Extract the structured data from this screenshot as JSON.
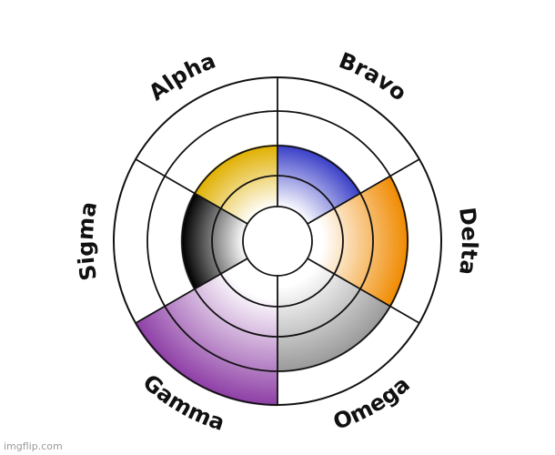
{
  "wheel": {
    "rings": 5,
    "segments": [
      {
        "id": "bravo",
        "label": "Bravo",
        "level": 3,
        "color": "#3a3fc8"
      },
      {
        "id": "delta",
        "label": "Delta",
        "level": 4,
        "color": "#f08a00"
      },
      {
        "id": "omega",
        "label": "Omega",
        "level": 4,
        "color": "#9a9a9a"
      },
      {
        "id": "gamma",
        "label": "Gamma",
        "level": 5,
        "color": "#8e3fa6"
      },
      {
        "id": "sigma",
        "label": "Sigma",
        "level": 3,
        "color": "#000000"
      },
      {
        "id": "alpha",
        "label": "Alpha",
        "level": 3,
        "color": "#e0b000"
      }
    ],
    "outline_color": "#111111"
  },
  "watermark": "imgflip.com"
}
